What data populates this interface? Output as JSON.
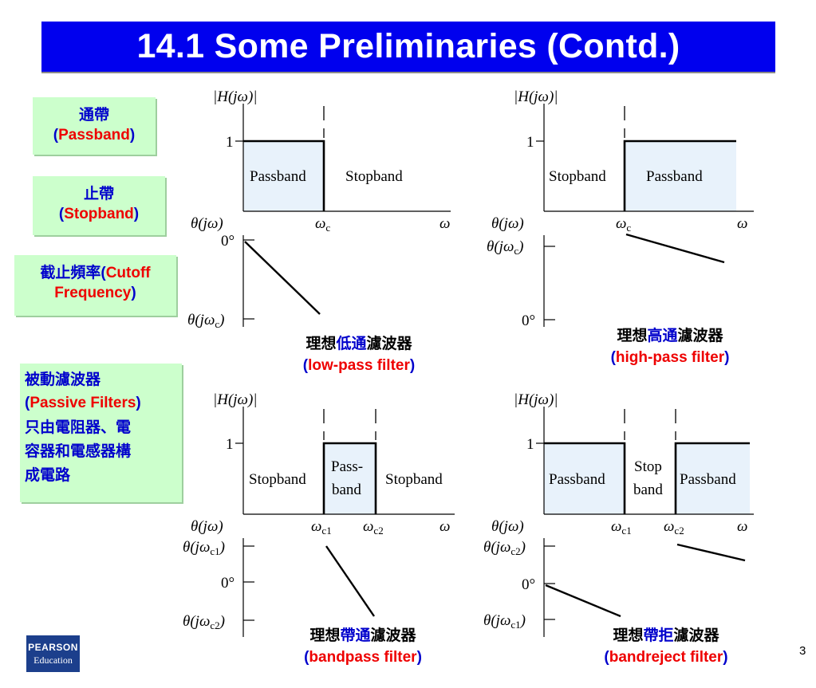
{
  "title": "14.1  Some Preliminaries (Contd.)",
  "notes": {
    "passband": {
      "zh": "通帶",
      "en": "Passband"
    },
    "stopband": {
      "zh": "止帶",
      "en": "Stopband"
    },
    "cutoff": {
      "zh": "截止頻率",
      "en_1": "Cutoff",
      "en_2": "Frequency"
    },
    "passive": {
      "zh": "被動濾波器",
      "en": "Passive Filters",
      "desc_1": "只由電阻器、電",
      "desc_2": "容器和電感器構",
      "desc_3": "成電路"
    }
  },
  "lowpass": {
    "h_label": "|H(jω)|",
    "one": "1",
    "passband": "Passband",
    "stopband": "Stopband",
    "theta": "θ(jω)",
    "wc": "ω",
    "wc_sub": "c",
    "w": "ω",
    "zero": "0°",
    "theta_c": "θ(jω",
    "theta_c_sub": "c",
    "paren": ")",
    "caption": {
      "zh_a": "理想",
      "zh_b": "低通",
      "zh_c": "濾波器",
      "en": "low-pass filter"
    }
  },
  "highpass": {
    "h_label": "|H(jω)|",
    "one": "1",
    "stopband": "Stopband",
    "passband": "Passband",
    "theta": "θ(jω)",
    "wc": "ω",
    "wc_sub": "c",
    "w": "ω",
    "theta_c": "θ(jω",
    "theta_c_sub": "c",
    "paren": ")",
    "zero": "0°",
    "caption": {
      "zh_a": "理想",
      "zh_b": "高通",
      "zh_c": "濾波器",
      "en": "high-pass filter"
    }
  },
  "bandpass": {
    "h_label": "|H(jω)|",
    "one": "1",
    "stopband_l": "Stopband",
    "pass_1": "Pass-",
    "pass_2": "band",
    "stopband_r": "Stopband",
    "theta": "θ(jω)",
    "wc1": "ω",
    "wc1_sub": "c1",
    "wc2": "ω",
    "wc2_sub": "c2",
    "w": "ω",
    "theta_c1": "θ(jω",
    "theta_c1_sub": "c1",
    "zero": "0°",
    "theta_c2": "θ(jω",
    "theta_c2_sub": "c2",
    "paren": ")",
    "caption": {
      "zh_a": "理想",
      "zh_b": "帶通",
      "zh_c": "濾波器",
      "en": "bandpass filter"
    }
  },
  "bandreject": {
    "h_label": "|H(jω)|",
    "one": "1",
    "passband_l": "Passband",
    "stop_1": "Stop",
    "stop_2": "band",
    "passband_r": "Passband",
    "theta": "θ(jω)",
    "wc1": "ω",
    "wc1_sub": "c1",
    "wc2": "ω",
    "wc2_sub": "c2",
    "w": "ω",
    "theta_c2": "θ(jω",
    "theta_c2_sub": "c2",
    "zero": "0°",
    "theta_c1": "θ(jω",
    "theta_c1_sub": "c1",
    "paren": ")",
    "caption": {
      "zh_a": "理想",
      "zh_b": "帶拒",
      "zh_c": "濾波器",
      "en": "bandreject filter"
    }
  },
  "logo": {
    "line1": "PEARSON",
    "line2": "Education"
  },
  "page_number": "3",
  "colors": {
    "title_bg": "#0000ee",
    "note_bg": "#ccffcc",
    "band_fill": "#e8f2fb",
    "accent_red": "#ee0000",
    "accent_blue": "#0000cc"
  }
}
